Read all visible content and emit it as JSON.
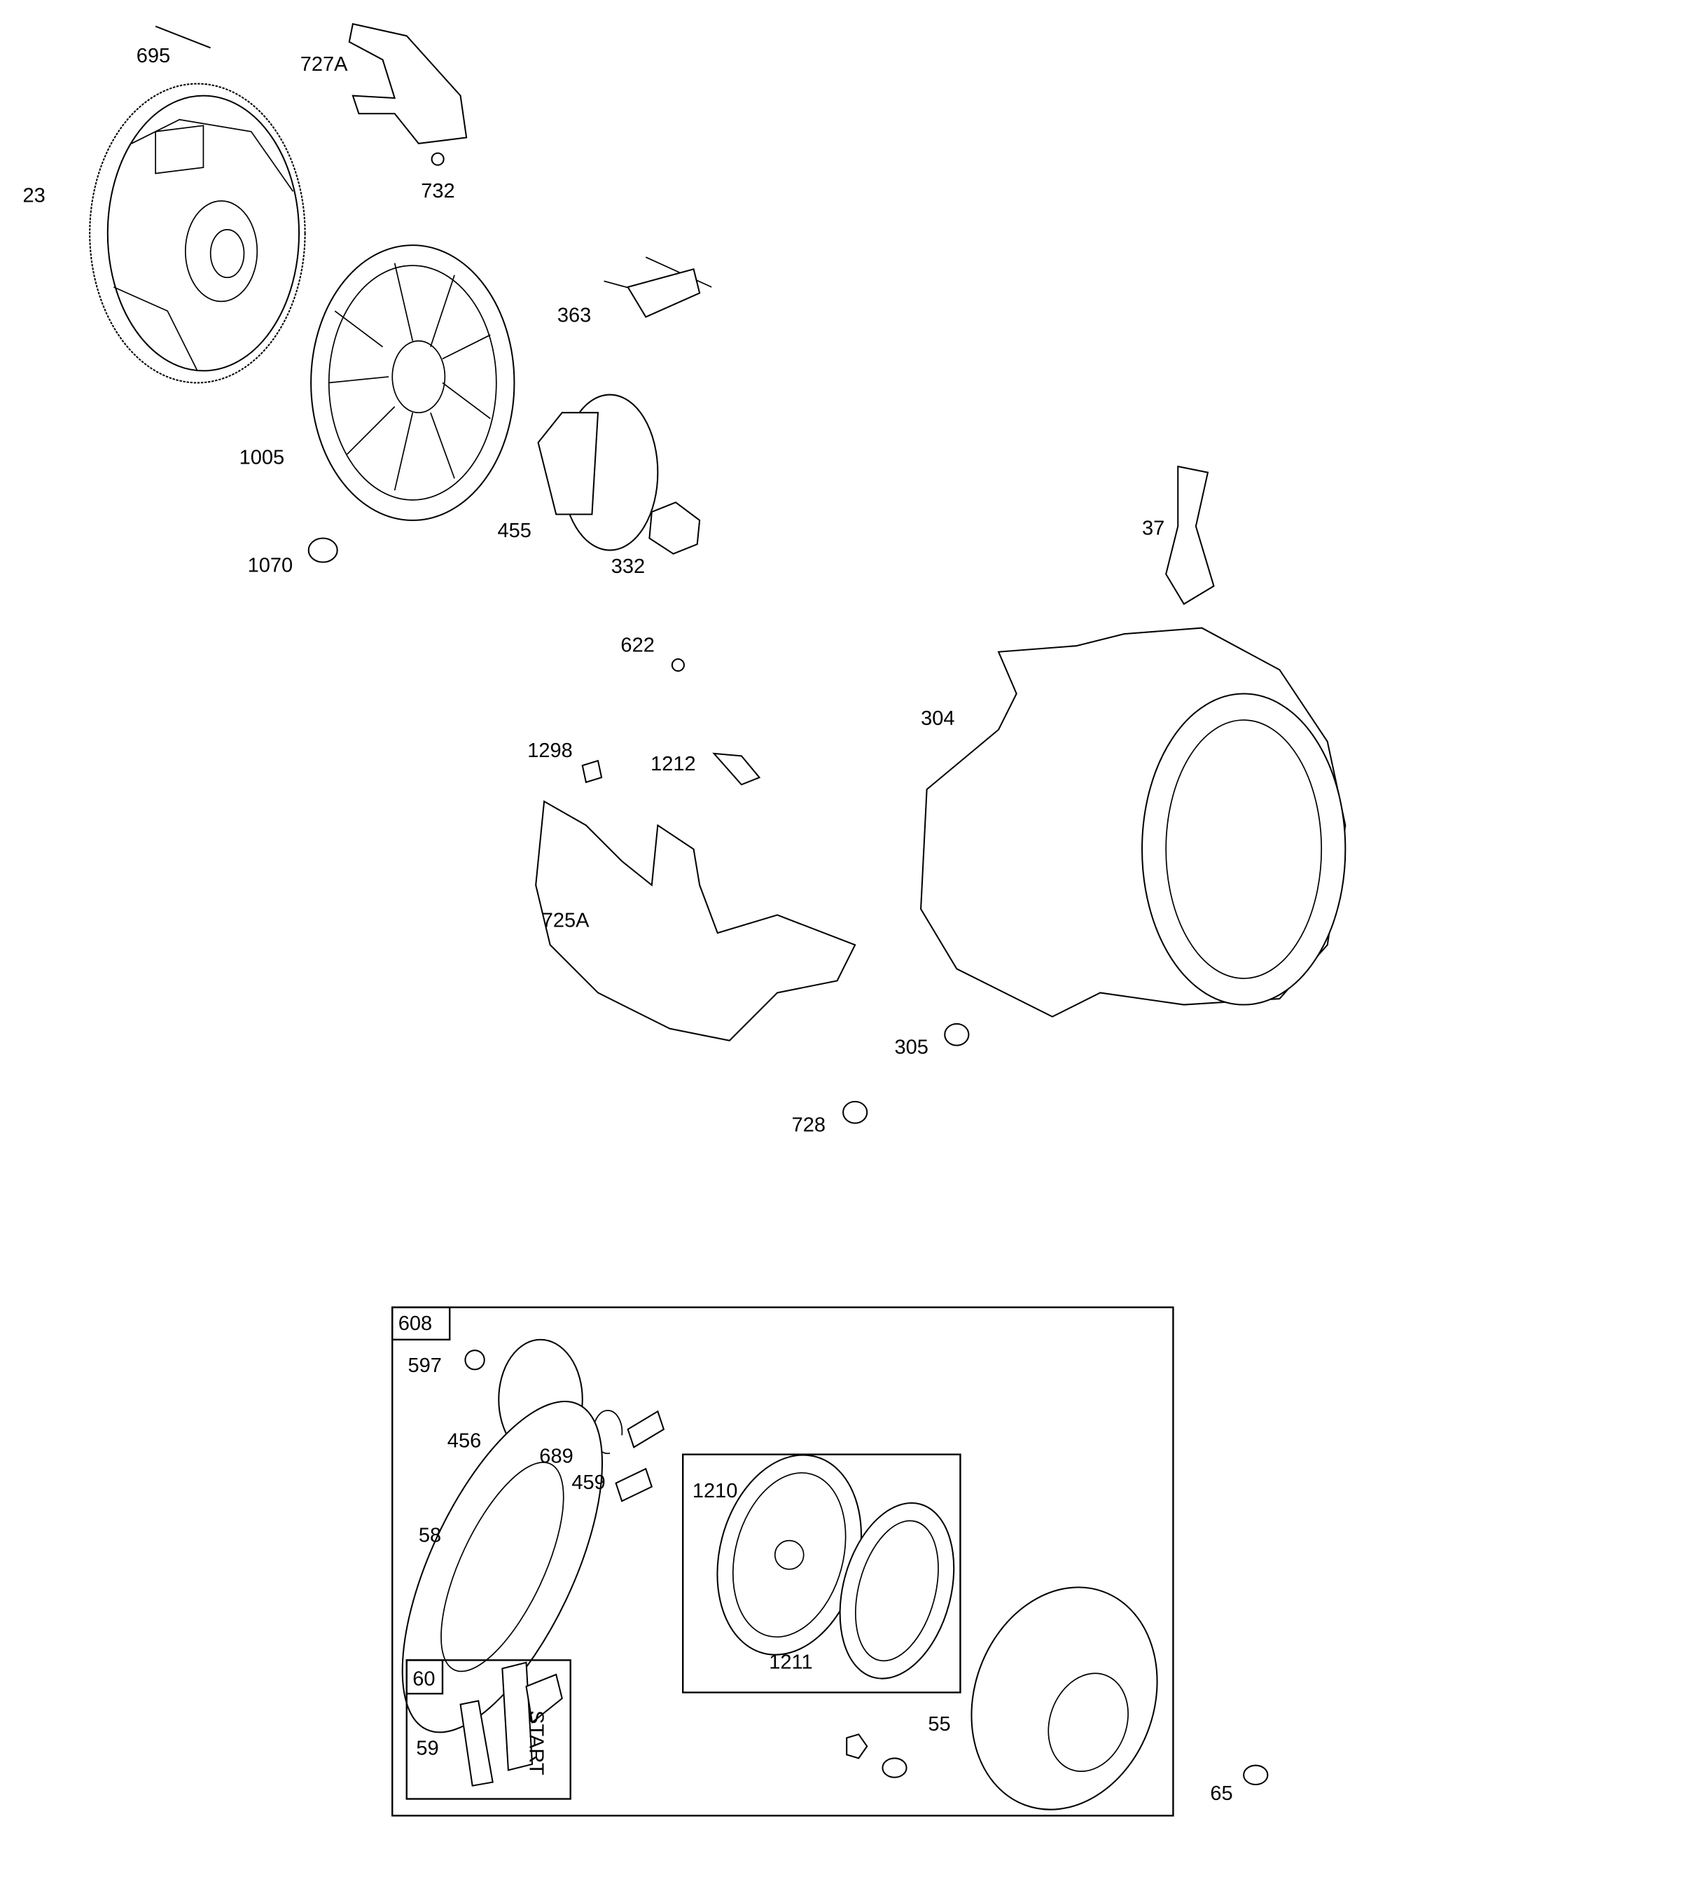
{
  "diagram": {
    "labels": {
      "p695": "695",
      "p727A": "727A",
      "p732": "732",
      "p23": "23",
      "p363": "363",
      "p1005": "1005",
      "p455": "455",
      "p332": "332",
      "p1070": "1070",
      "p37": "37",
      "p622": "622",
      "p304": "304",
      "p1298": "1298",
      "p1212": "1212",
      "p725A": "725A",
      "p305": "305",
      "p728": "728",
      "p608": "608",
      "p597": "597",
      "p456": "456",
      "p689": "689",
      "p459": "459",
      "p1210": "1210",
      "p58": "58",
      "p1211": "1211",
      "p60": "60",
      "p59": "59",
      "p55": "55",
      "p65": "65"
    },
    "handle_text": "START"
  }
}
